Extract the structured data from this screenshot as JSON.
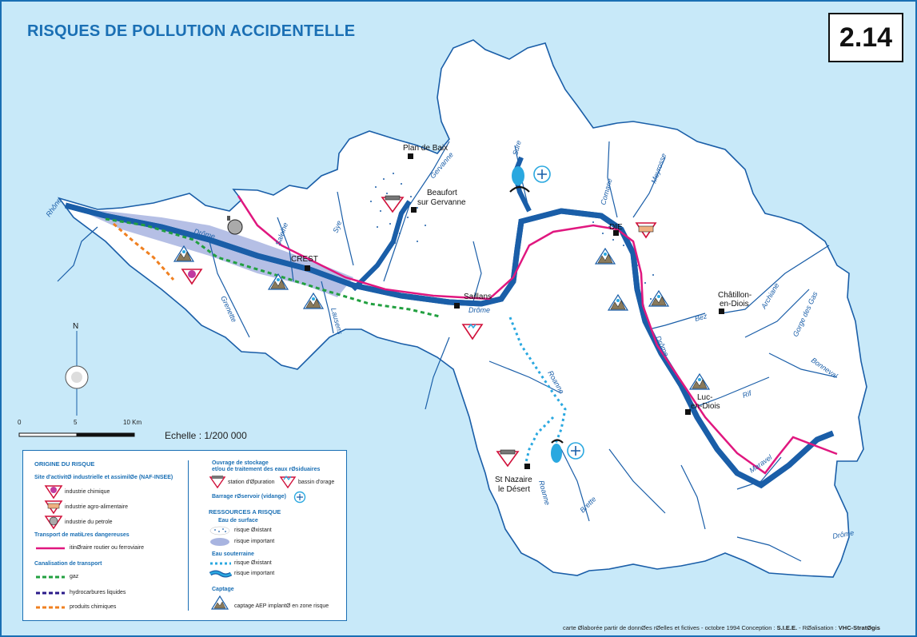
{
  "title": "RISQUES DE POLLUTION ACCIDENTELLE",
  "map_number": "2.14",
  "places": {
    "plan_de_baix": "Plan de Baix",
    "beaufort_1": "Beaufort",
    "beaufort_2": "sur Gervanne",
    "crest": "CREST",
    "saillans": "Saillans",
    "die": "DIE",
    "chatillon_1": "Châtillon-",
    "chatillon_2": "en-Diois",
    "luc_1": "Luc-",
    "luc_2": "en-Diois",
    "st_nazaire_1": "St Nazaire",
    "st_nazaire_2": "le Désert"
  },
  "rivers": {
    "rhone": "Rhône",
    "drome_west": "Drôme",
    "drome_saillans": "Drôme",
    "drome_east": "Drôme",
    "drome_south": "Drôme",
    "sure": "Sure",
    "gervanne": "Gervanne",
    "sye": "Sye",
    "saleine": "Saleine",
    "grenette": "Grenette",
    "lausens": "Lausens",
    "roanne_1": "Roanne",
    "roanne_2": "Roanne",
    "comane": "Comane",
    "meyrosse": "Meyrosse",
    "archiane": "Archiane",
    "gorge_des_gas": "Gorge des Gas",
    "bez": "Bez",
    "rif": "Rif",
    "bonneval": "Bonneval",
    "brette": "Brette",
    "maravel": "Maravel"
  },
  "north_label": "N",
  "scale": {
    "ticks": [
      "0",
      "5",
      "10 Km"
    ],
    "label": "Echelle : 1/200 000"
  },
  "legend": {
    "origin_title": "ORIGINE DU RISQUE",
    "industrial_title": "Site d'activitØ industrielle et assimilØe",
    "industrial_note": "(NAF-INSEE)",
    "chemical": "industrie chimique",
    "agrifood": "industrie agro-alimentaire",
    "petroleum": "industrie du petrole",
    "transport_title": "Transport de matiŁres dangereuses",
    "route_rail": "itinØraire routier ou ferroviaire",
    "pipeline_title": "Canalisation de transport",
    "gas": "gaz",
    "liquid_hydrocarbons": "hydrocarbures liquides",
    "chemical_products": "produits chimiques",
    "storage_title_1": "Ouvrage de stockage",
    "storage_title_2": "et/ou de traitement des eaux rØsiduaires",
    "treatment_station": "station d'Øpuration",
    "storm_basin": "bassin d'orage",
    "dam": "Barrage rØservoir (vidange)",
    "resources_title": "RESSOURCES A RISQUE",
    "surface_water": "Eau de surface",
    "surface_existing": "risque Øxistant",
    "surface_important": "risque important",
    "groundwater": "Eau souterraine",
    "ground_existing": "risque Øxistant",
    "ground_important": "risque important",
    "capture_title": "Captage",
    "capture_text": "captage AEP implantØ en zone   risque"
  },
  "credits": {
    "prefix": "carte Ølaborée   partir de donnØes rØelles et fictives - octobre 1994    Conception : ",
    "concept": "S.I.E.E.",
    "middle": " - RØalisation : ",
    "realisation": "VHC-StratØgis"
  },
  "colors": {
    "river": "#2aa8e0",
    "river_outline": "#1a5ea8",
    "transport": "#e0177f",
    "gas": "#22a040",
    "hydrocarbons": "#2a1a8a",
    "chemical": "#f08020",
    "risk_zone": "#a8b4e0",
    "title_blue": "#1a6fb4"
  }
}
